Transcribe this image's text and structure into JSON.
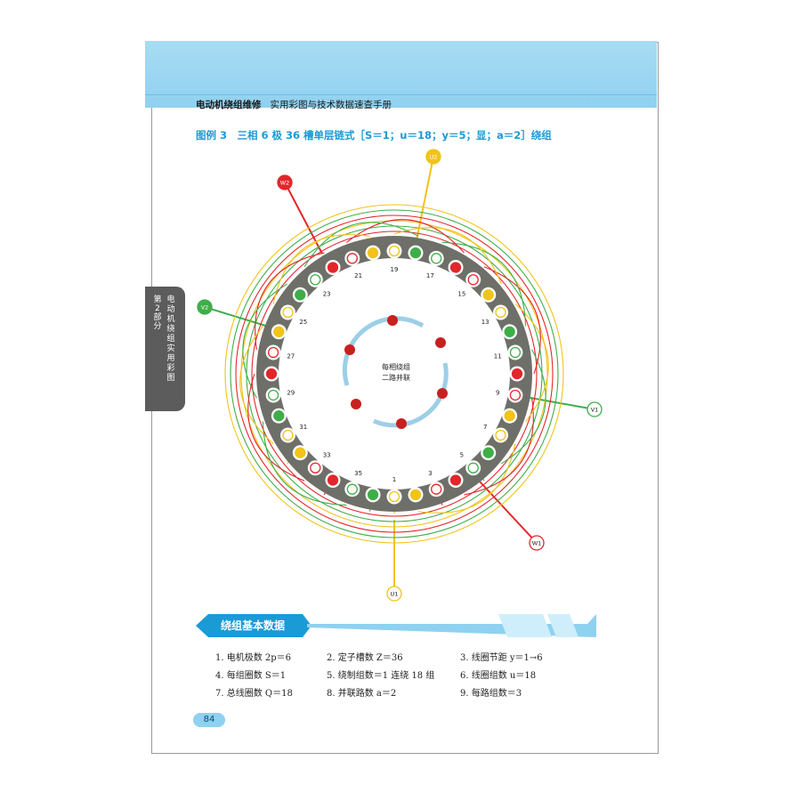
{
  "header": {
    "book_title": "电动机绕组维修",
    "book_subtitle": "实用彩图与技术数据速查手册"
  },
  "figure": {
    "title": "图例 3　三相 6 极 36 槽单层链式［S＝1；u＝18；y＝5；显；a＝2］绕组",
    "center_text_line1": "每相绕组",
    "center_text_line2": "二路并联",
    "terminals": [
      "U1",
      "U2",
      "V1",
      "V2",
      "W1",
      "W2"
    ],
    "slot_numbers": [
      "1",
      "3",
      "5",
      "7",
      "9",
      "11",
      "13",
      "15",
      "17",
      "19",
      "21",
      "23",
      "25",
      "27",
      "29",
      "31",
      "33",
      "35"
    ],
    "phase_colors": {
      "U": "#f2c318",
      "V": "#3fae49",
      "W": "#e3262b"
    },
    "stator_color": "#6f6f6a"
  },
  "side_tab": {
    "part": "第2部分",
    "chapter": "电动机绕组实用彩图"
  },
  "section": {
    "title": "绕组基本数据"
  },
  "params": [
    [
      "1. 电机极数 2p＝6",
      "2. 定子槽数 Z＝36",
      "3. 线圈节距 y＝1→6"
    ],
    [
      "4. 每组圈数 S＝1",
      "5. 绕制组数＝1 连绕 18 组",
      "6. 线圈组数 u＝18"
    ],
    [
      "7. 总线圈数 Q＝18",
      "8. 并联路数 a＝2",
      "9. 每路组数＝3"
    ]
  ],
  "page_number": "84"
}
